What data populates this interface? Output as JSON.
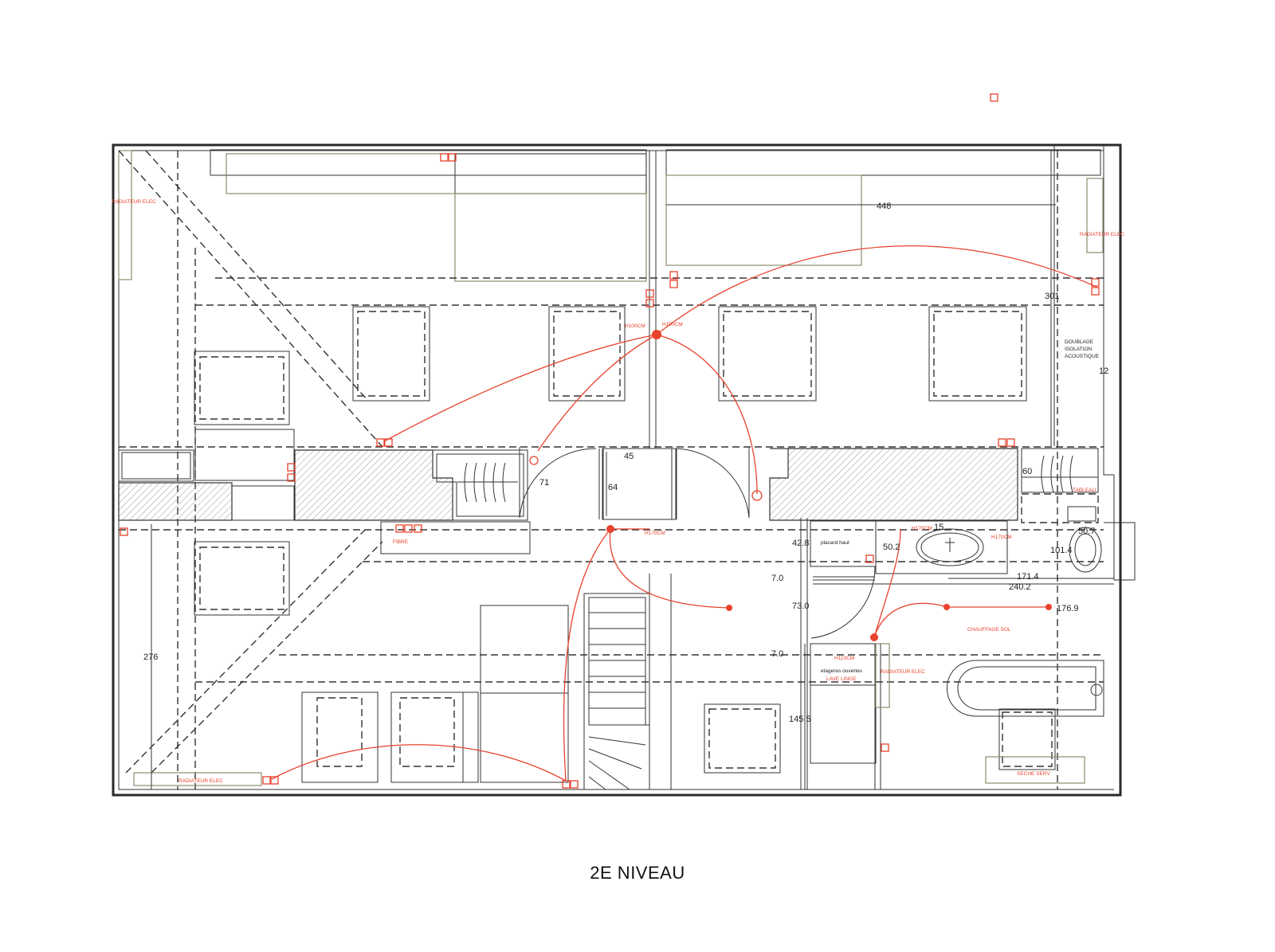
{
  "title": "2E NIVEAU",
  "colors": {
    "walls": "#2a2a2a",
    "electrical": "#e8412c",
    "furniture": "#8c8c6e"
  },
  "dimensions": [
    "448",
    "301",
    "12",
    "45",
    "64",
    "71",
    "60",
    "42.8",
    "50.2",
    "15",
    "50.7",
    "101.4",
    "171.4",
    "240.2",
    "7.0",
    "73.0",
    "7.0",
    "176.9",
    "145.5",
    "276"
  ],
  "labels": {
    "radiateur_1": "RADIATEUR ELEC",
    "radiateur_2": "RADIATEUR ELEC",
    "radiateur_3": "RADIATEUR ELEC",
    "radiateur_4": "RADIATEUR ELEC",
    "doublage_1": "DOUBLAGE",
    "doublage_2": "ISOLATION",
    "doublage_3": "ACOUSTIQUE",
    "fibre": "FIBRE",
    "tableau": "TABLEAU",
    "chauffage": "CHAUFFAGE SOL",
    "placard": "placard haut",
    "etageres": "etageres ouvertes",
    "lave_linge": "LAVE LINGE",
    "h100_1": "H100CM",
    "h100_2": "H100CM",
    "h170_1": "H170CM",
    "h170_2": "H170CM",
    "h170_3": "H170CM",
    "h110": "H110CM",
    "seche": "SECHE SERV"
  }
}
